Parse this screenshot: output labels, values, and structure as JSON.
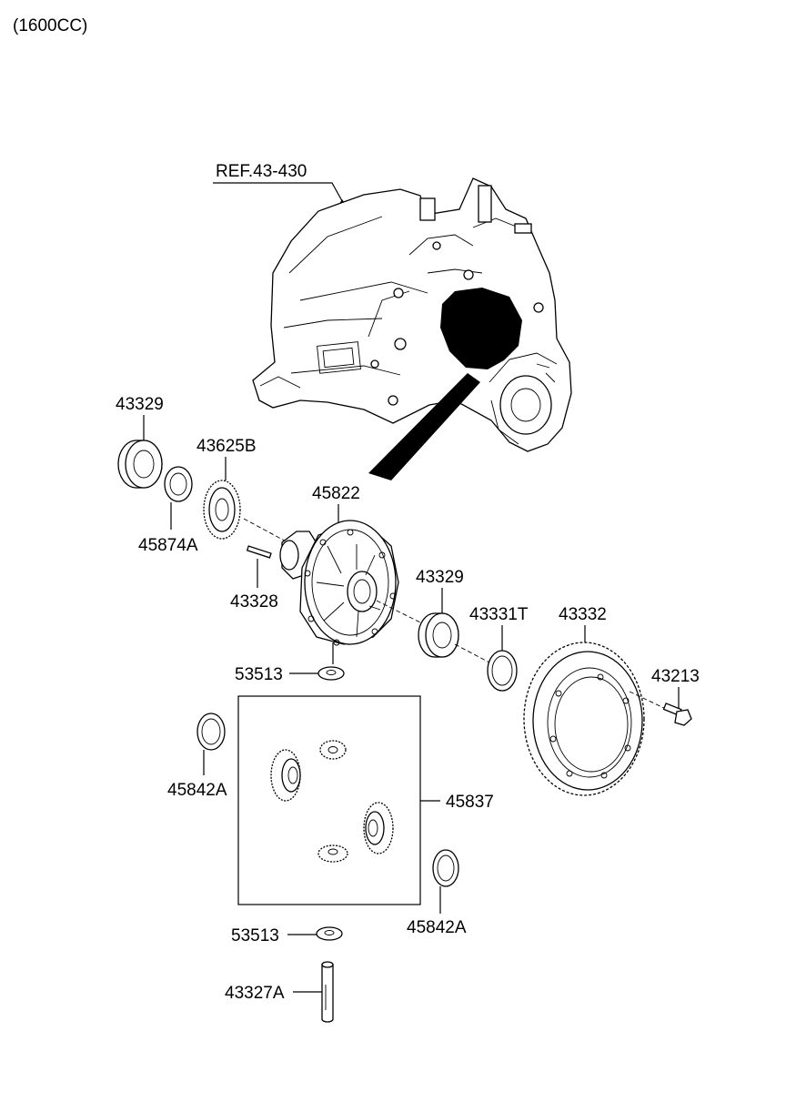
{
  "header": {
    "engine_spec": "(1600CC)"
  },
  "reference": {
    "label": "REF.43-430"
  },
  "callouts": {
    "bearing_top": "43329",
    "gear_speedometer": "43625B",
    "seal": "45874A",
    "pin": "43328",
    "case": "45822",
    "bearing_right": "43329",
    "shim": "43331T",
    "ring_gear": "43332",
    "bolt": "43213",
    "washer_top": "53513",
    "thrust_washer_left": "45842A",
    "gear_kit": "45837",
    "thrust_washer_right": "45842A",
    "washer_bottom": "53513",
    "shaft": "43327A"
  }
}
